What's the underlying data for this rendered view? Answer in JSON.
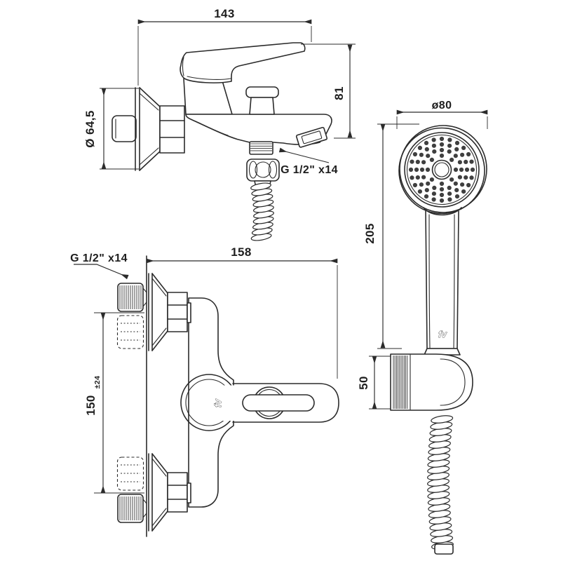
{
  "page": {
    "background": "#ffffff",
    "ink": "#2b2b2b"
  },
  "views": {
    "mixer_side": {
      "dim_width": "143",
      "dim_height": "81",
      "dim_flange_diameter": "Ø 64,5",
      "outlet_thread_label": "G 1/2\"  x14"
    },
    "hand_shower": {
      "dim_head_diameter": "ø80",
      "dim_length": "205",
      "logo": "fv"
    },
    "mixer_plan": {
      "dim_body_length": "158",
      "inlet_thread_label": "G 1/2\"  x14",
      "dim_inlet_centers": "150",
      "dim_centers_tolerance": "±24",
      "logo": "fv"
    },
    "holder": {
      "dim_height": "50"
    }
  }
}
